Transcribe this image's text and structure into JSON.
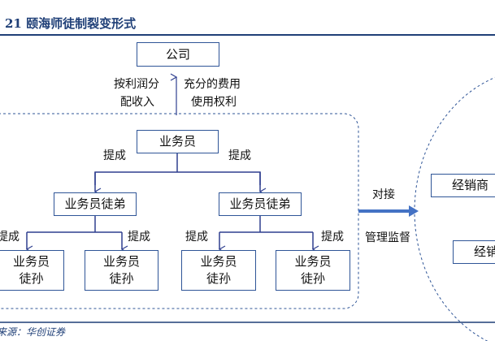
{
  "title": "21 颐海师徒制裂变形式",
  "nodes": {
    "company": "公司",
    "salesman": "业务员",
    "apprentice": "业务员徒弟",
    "grand_apprentice_line1": "业务员",
    "grand_apprentice_line2": "徒孙",
    "dealer": "经销商",
    "dealer_partial": "经销"
  },
  "labels": {
    "left_flow_line1": "按利润分",
    "left_flow_line2": "配收入",
    "right_flow_line1": "充分的费用",
    "right_flow_line2": "使用权利",
    "commission": "提成",
    "connect": "对接",
    "supervise": "管理监督"
  },
  "source": "来源：华创证券",
  "colors": {
    "title": "#1f3f77",
    "box_border": "#2f5597",
    "arrow": "#4472c4"
  }
}
